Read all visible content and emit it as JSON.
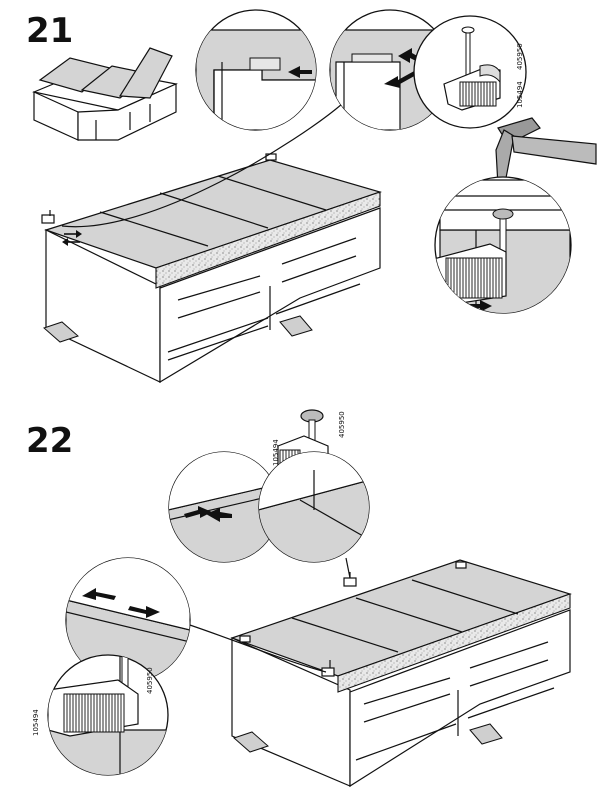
{
  "steps": [
    {
      "number": "21",
      "part_codes": [
        "105494",
        "405950"
      ]
    },
    {
      "number": "22",
      "part_codes": [
        "105494",
        "405950",
        "105494",
        "405950"
      ]
    }
  ]
}
